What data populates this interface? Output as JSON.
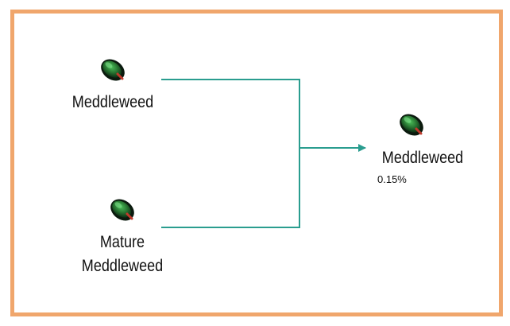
{
  "colors": {
    "frame_border": "#f0a66c",
    "connector": "#2a9d8f",
    "seed_body": "#1e5e2a",
    "seed_highlight": "#3fae4a",
    "seed_tip": "#c0392b"
  },
  "icons": {
    "seed": "meddleweed-seed-icon"
  },
  "inputs": [
    {
      "label": "Meddleweed"
    },
    {
      "label_line1": "Mature",
      "label_line2": "Meddleweed"
    }
  ],
  "output": {
    "label": "Meddleweed",
    "chance": "0.15%"
  }
}
